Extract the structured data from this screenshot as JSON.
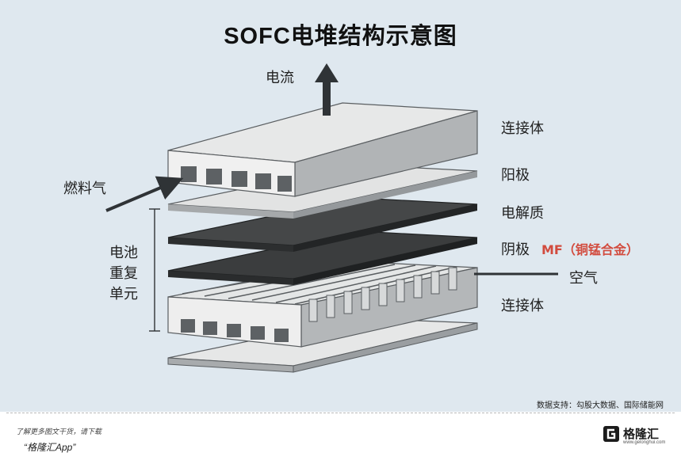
{
  "title": "SOFC电堆结构示意图",
  "labels": {
    "current": "电流",
    "fuel_gas": "燃料气",
    "interconnect_top": "连接体",
    "anode": "阳极",
    "electrolyte": "电解质",
    "cathode": "阴极",
    "cathode_material": "MF（铜锰合金）",
    "air": "空气",
    "interconnect_bottom": "连接体",
    "repeat_unit_line1": "电池",
    "repeat_unit_line2": "重复",
    "repeat_unit_line3": "单元"
  },
  "source": "数据支持：勾股大数据、国际储能网",
  "footer": {
    "hint": "了解更多图文干货，请下载",
    "app": "“格隆汇App”"
  },
  "brand": {
    "name": "格隆汇",
    "domain": "www.gelonghui.com",
    "logo_icon": "gelonghui-g-logo-icon"
  },
  "colors": {
    "panel_background": "#dfe8ef",
    "interconnect_face": "#e9eaea",
    "dark_layer": "#3a3c3d",
    "highlight_red": "#d24b3e"
  }
}
